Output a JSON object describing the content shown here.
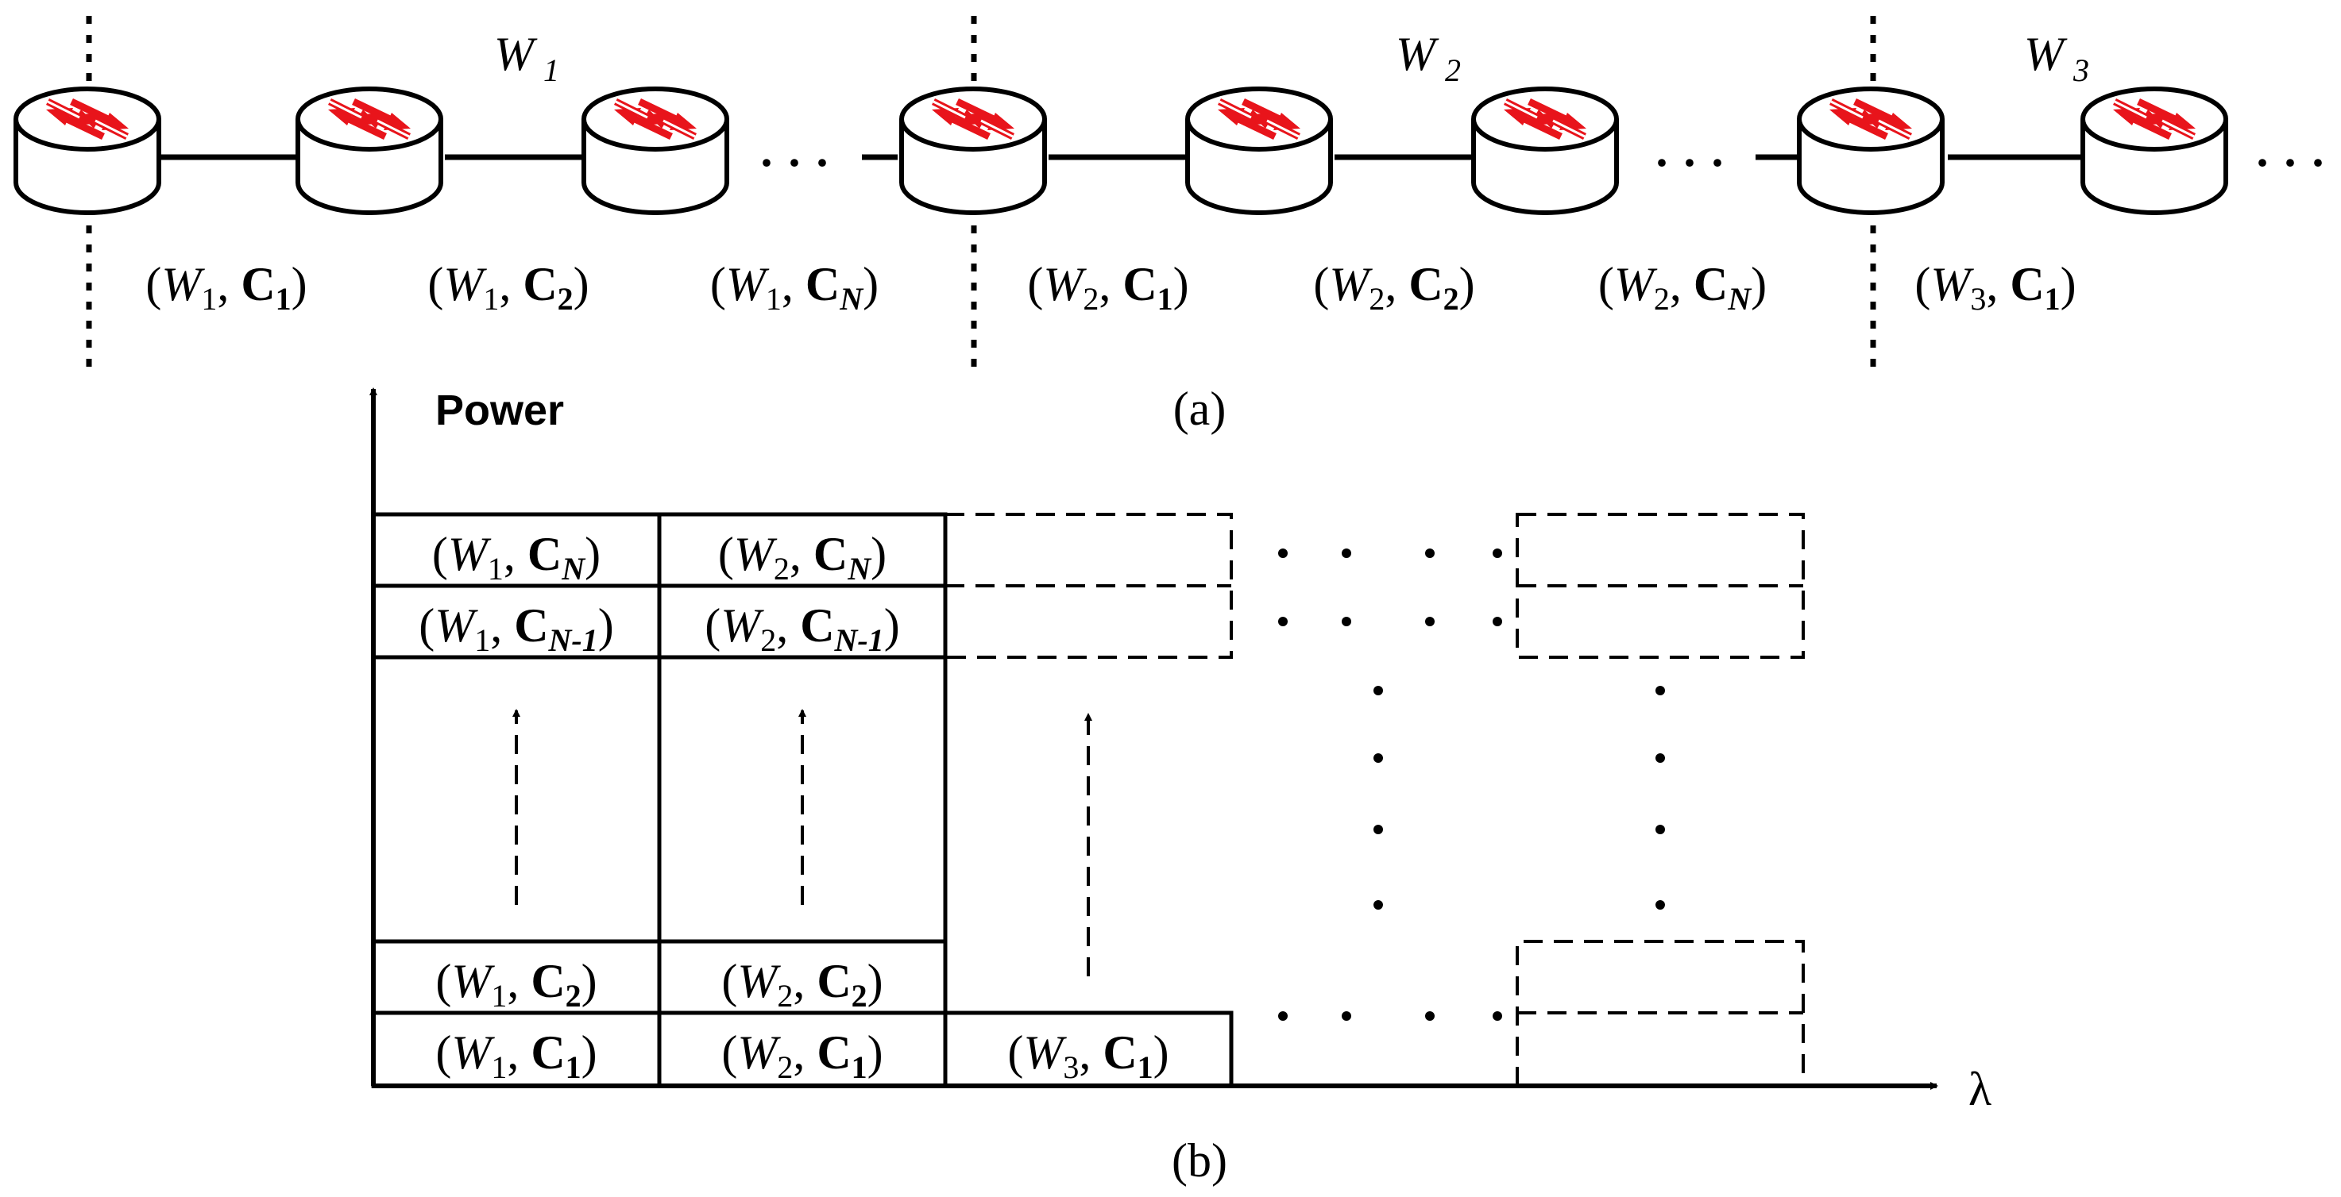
{
  "panel_a": {
    "caption": "(a)",
    "groups": [
      {
        "label": "W",
        "index": "1"
      },
      {
        "label": "W",
        "index": "2"
      },
      {
        "label": "W",
        "index": "3"
      }
    ],
    "node_labels": [
      {
        "w": "W",
        "wi": "1",
        "c": "C",
        "ci": "1",
        "ci_italic": false
      },
      {
        "w": "W",
        "wi": "1",
        "c": "C",
        "ci": "2",
        "ci_italic": false
      },
      {
        "w": "W",
        "wi": "1",
        "c": "C",
        "ci": "N",
        "ci_italic": true
      },
      {
        "w": "W",
        "wi": "2",
        "c": "C",
        "ci": "1",
        "ci_italic": false
      },
      {
        "w": "W",
        "wi": "2",
        "c": "C",
        "ci": "2",
        "ci_italic": false
      },
      {
        "w": "W",
        "wi": "2",
        "c": "C",
        "ci": "N",
        "ci_italic": true
      },
      {
        "w": "W",
        "wi": "3",
        "c": "C",
        "ci": "1",
        "ci_italic": false
      }
    ],
    "ellipsis": "· · ·",
    "colors": {
      "router_arrow": "#e8141b",
      "line": "#000000",
      "router_fill": "#ffffff"
    }
  },
  "panel_b": {
    "caption": "(b)",
    "y_axis_label": "Power",
    "x_axis_label": "λ",
    "cells": {
      "w1_cn": {
        "w": "W",
        "wi": "1",
        "c": "C",
        "ci": "N",
        "ci_italic": true
      },
      "w2_cn": {
        "w": "W",
        "wi": "2",
        "c": "C",
        "ci": "N",
        "ci_italic": true
      },
      "w1_cn1": {
        "w": "W",
        "wi": "1",
        "c": "C",
        "ci": "N-1",
        "ci_italic": true
      },
      "w2_cn1": {
        "w": "W",
        "wi": "2",
        "c": "C",
        "ci": "N-1",
        "ci_italic": true
      },
      "w1_c2": {
        "w": "W",
        "wi": "1",
        "c": "C",
        "ci": "2",
        "ci_italic": false
      },
      "w2_c2": {
        "w": "W",
        "wi": "2",
        "c": "C",
        "ci": "2",
        "ci_italic": false
      },
      "w1_c1": {
        "w": "W",
        "wi": "1",
        "c": "C",
        "ci": "1",
        "ci_italic": false
      },
      "w2_c1": {
        "w": "W",
        "wi": "2",
        "c": "C",
        "ci": "1",
        "ci_italic": false
      },
      "w3_c1": {
        "w": "W",
        "wi": "3",
        "c": "C",
        "ci": "1",
        "ci_italic": false
      }
    }
  }
}
